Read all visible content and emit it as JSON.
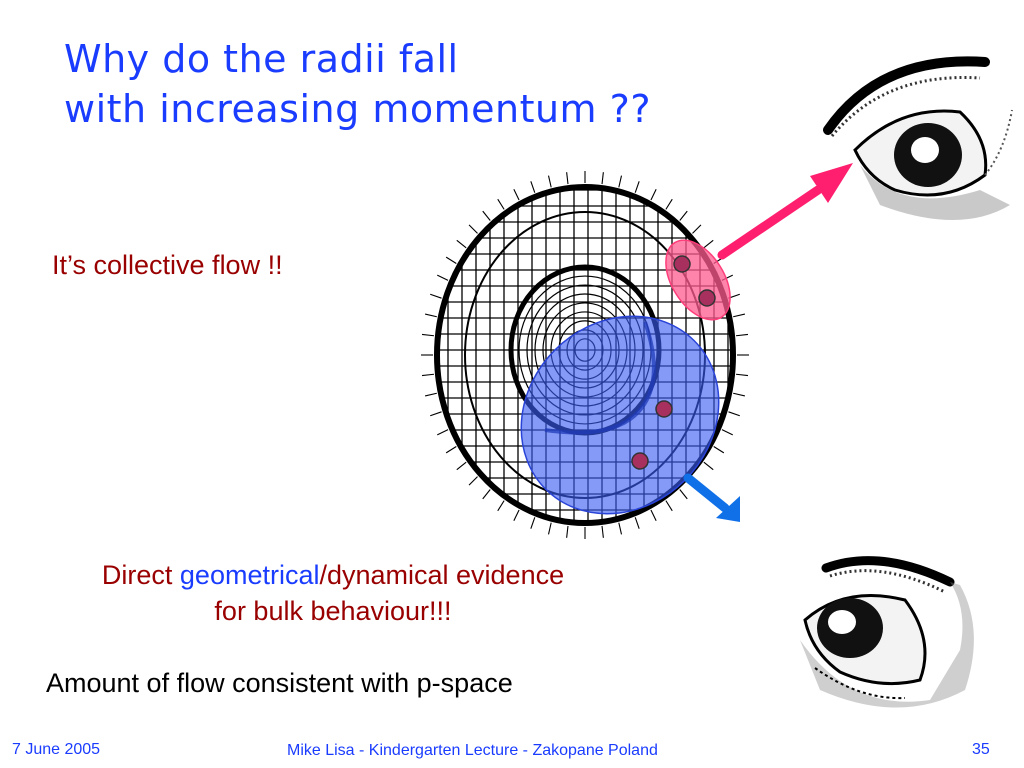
{
  "slide": {
    "title_line1": "Why do the radii fall",
    "title_line2": "with increasing momentum ??",
    "collective_flow": "It’s collective flow !!",
    "evidence_part1": "Direct ",
    "evidence_part2": "geometrical",
    "evidence_part3": "/dynamical evidence",
    "evidence_line2": "for bulk behaviour!!!",
    "amount": "Amount of flow consistent with p-space"
  },
  "footer": {
    "date": "7 June 2005",
    "center": "Mike Lisa - Kindergarten Lecture - Zakopane Poland",
    "page": "35"
  },
  "colors": {
    "title": "#1a3cff",
    "emphasis_red": "#990000",
    "pink_arrow": "#ff1f6e",
    "blue_arrow": "#1070e8",
    "blue_blob": "#3a5cf2"
  },
  "icons": [
    "eye-icon-top",
    "eye-icon-bottom",
    "flow-field-diagram"
  ]
}
